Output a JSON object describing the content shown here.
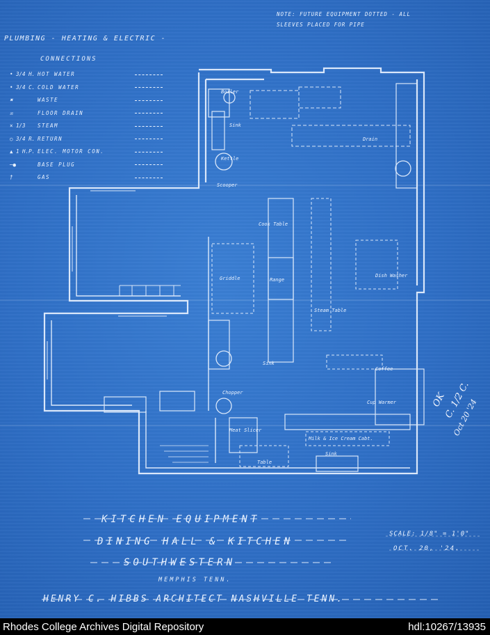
{
  "note": {
    "line1": "NOTE: FUTURE EQUIPMENT DOTTED - ALL",
    "line2": "SLEEVES PLACED FOR PIPE"
  },
  "legend": {
    "title": "PLUMBING - HEATING & ELECTRIC -",
    "subtitle": "CONNECTIONS",
    "items": [
      {
        "symbol": "• 3/4 H.",
        "label": "HOT WATER"
      },
      {
        "symbol": "• 3/4 C.",
        "label": "COLD WATER"
      },
      {
        "symbol": "✖",
        "label": "WASTE"
      },
      {
        "symbol": "☒",
        "label": "FLOOR DRAIN"
      },
      {
        "symbol": "× 1/3",
        "label": "STEAM"
      },
      {
        "symbol": "○ 3/4 R.",
        "label": "RETURN"
      },
      {
        "symbol": "▲ 1 H.P.",
        "label": "ELEC. MOTOR CON."
      },
      {
        "symbol": "─●",
        "label": "BASE PLUG"
      },
      {
        "symbol": "†",
        "label": "GAS"
      }
    ]
  },
  "plan_labels": {
    "boiler": "Boiler",
    "sink_top": "Sink",
    "kettle": "Kettle",
    "drain": "Drain",
    "scoop": "Scooper",
    "cook_table": "Cook Table",
    "griddle": "Griddle",
    "range": "Range",
    "dish_washer": "Dish Washer",
    "steam_table": "Steam Table",
    "sink_mid": "Sink",
    "chopper": "Chopper",
    "meat_slicer": "Meat Slicer",
    "cups_warmer": "Cup Warmer",
    "coffee": "Coffee",
    "ice_cream": "Milk & Ice Cream Cabt.",
    "sink_bottom": "Sink",
    "table": "Table"
  },
  "title_block": {
    "line1": "KITCHEN EQUIPMENT",
    "line2": "DINING HALL & KITCHEN",
    "line3": "SOUTHWESTERN",
    "line4": "MEMPHIS TENN.",
    "line5": "HENRY C. HIBBS ARCHITECT NASHVILLE TENN.",
    "scale": "SCALE: 1/8\" = 1'0\"",
    "date": "OCT. 20, '24."
  },
  "signature": {
    "line1": "OK",
    "line2": "C. 1/2 C.",
    "line3": "Oct 20 '24"
  },
  "footer": {
    "repository": "Rhodes College Archives Digital Repository",
    "handle": "hdl:10267/13935"
  },
  "colors": {
    "paper": "#2f6fc6",
    "ink": "#e9f2ff",
    "footer_bg": "#000000"
  }
}
